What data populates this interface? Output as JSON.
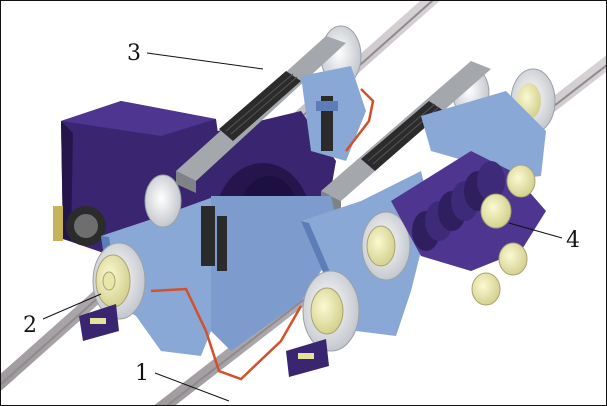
{
  "callouts": [
    {
      "number": "1"
    },
    {
      "number": "2"
    },
    {
      "number": "3"
    },
    {
      "number": "4"
    }
  ],
  "colors": {
    "frame_blue": "#8aa8d6",
    "frame_blue_dark": "#5d7db8",
    "body_purple": "#3a2670",
    "body_purple_dark": "#24164d",
    "rail_gray": "#b9b4b8",
    "beam_gray": "#9fa2a6",
    "pad_dark": "#2b2b2b",
    "wheel_cream": "#efedb0",
    "wheel_silver": "#dcdfe4",
    "pipe_orange": "#d3502a",
    "leader_black": "#111111"
  }
}
